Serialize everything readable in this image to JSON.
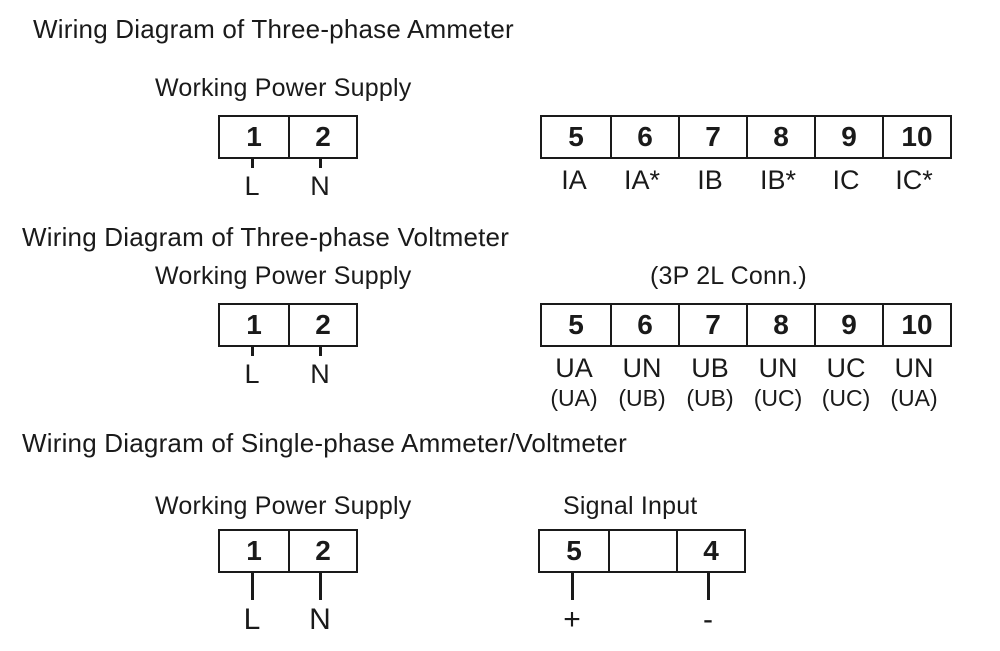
{
  "colors": {
    "ink": "#1a1a1a",
    "background": "#ffffff"
  },
  "sections": [
    {
      "title": "Wiring Diagram of Three-phase Ammeter",
      "groups": [
        {
          "caption": "Working Power Supply",
          "cells": [
            "1",
            "2"
          ],
          "pins": [
            "L",
            "N"
          ]
        },
        {
          "caption": "",
          "cells": [
            "5",
            "6",
            "7",
            "8",
            "9",
            "10"
          ],
          "pins": [
            "IA",
            "IA*",
            "IB",
            "IB*",
            "IC",
            "IC*"
          ]
        }
      ]
    },
    {
      "title": "Wiring Diagram of Three-phase Voltmeter",
      "groups": [
        {
          "caption": "Working Power Supply",
          "cells": [
            "1",
            "2"
          ],
          "pins": [
            "L",
            "N"
          ]
        },
        {
          "caption": "(3P 2L Conn.)",
          "cells": [
            "5",
            "6",
            "7",
            "8",
            "9",
            "10"
          ],
          "pins": [
            "UA",
            "UN",
            "UB",
            "UN",
            "UC",
            "UN"
          ],
          "pins_alt": [
            "(UA)",
            "(UB)",
            "(UB)",
            "(UC)",
            "(UC)",
            "(UA)"
          ]
        }
      ]
    },
    {
      "title": "Wiring Diagram of Single-phase Ammeter/Voltmeter",
      "groups": [
        {
          "caption": "Working Power Supply",
          "cells": [
            "1",
            "2"
          ],
          "pins": [
            "L",
            "N"
          ]
        },
        {
          "caption": "Signal Input",
          "cells": [
            "5",
            "",
            "4"
          ],
          "pins": [
            "+",
            "",
            "-"
          ]
        }
      ]
    }
  ]
}
